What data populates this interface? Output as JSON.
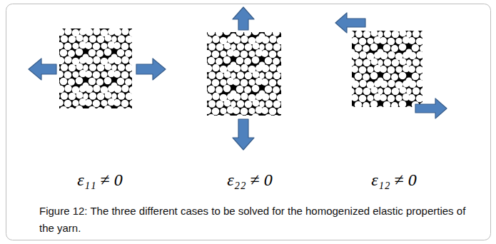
{
  "diagram": {
    "caption": "Figure 12: The three different cases to be solved for the homogenized elastic properties of the yarn.",
    "labels": [
      "ε₁₁ ≠ 0",
      "ε₂₂ ≠ 0",
      "ε₁₂ ≠ 0"
    ]
  }
}
